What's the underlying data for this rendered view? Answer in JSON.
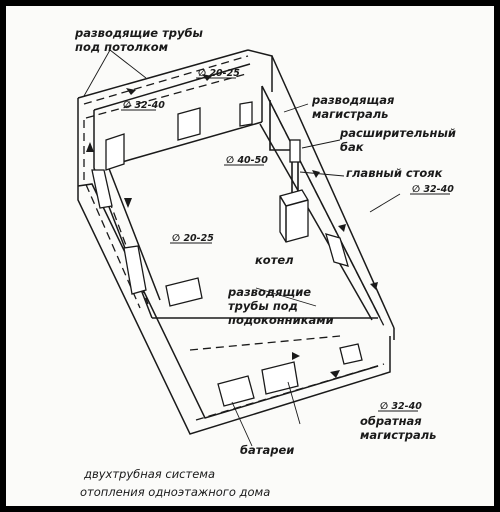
{
  "labels": {
    "pipes_under_ceiling_1": "разводящие трубы",
    "pipes_under_ceiling_2": "под потолком",
    "supply_main_1": "разводящая",
    "supply_main_2": "магистраль",
    "expansion_tank_1": "расширительный",
    "expansion_tank_2": "бак",
    "main_riser": "главный стояк",
    "boiler": "котел",
    "pipes_under_sills_1": "разводящие",
    "pipes_under_sills_2": "трубы под",
    "pipes_under_sills_3": "подоконниками",
    "return_main_1": "обратная",
    "return_main_2": "магистраль",
    "batteries": "батареи"
  },
  "dimensions": {
    "top_back": "∅ 20-25",
    "top_left": "∅ 32-40",
    "riser": "∅ 40-50",
    "right": "∅ 32-40",
    "inner_left": "∅ 20-25",
    "bottom_right": "∅ 32-40"
  },
  "caption": {
    "line1": "двухтрубная система",
    "line2": "отопления одноэтажного дома"
  }
}
